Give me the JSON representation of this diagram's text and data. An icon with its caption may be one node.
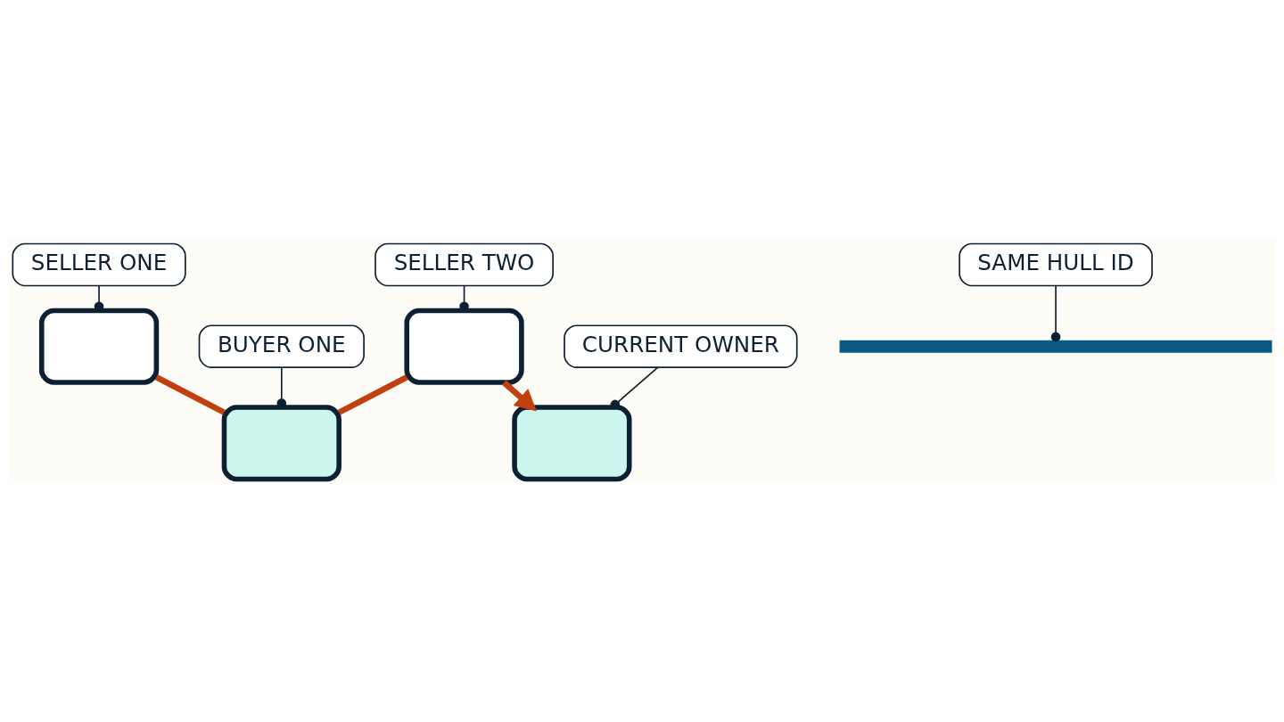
{
  "diagram": {
    "nodes": [
      {
        "text": [
          "SELLER ONE"
        ]
      },
      {
        "text": [
          "SELLER TWO"
        ]
      },
      {
        "text": [],
        "shape": "box"
      },
      {
        "text": [],
        "shape": "box"
      },
      {
        "text": [],
        "shape": "box"
      },
      {
        "text": [],
        "shape": "box"
      },
      {
        "text": [
          "BUYER ONE"
        ]
      },
      {
        "text": [
          "CURRENT OWNER"
        ]
      },
      {
        "text": [],
        "shape": "bar"
      },
      {
        "text": [
          "SAME HULL ID"
        ]
      }
    ],
    "edges": [
      {
        "from": 0,
        "to": 2,
        "arrow": "other"
      },
      {
        "from": 1,
        "to": 4,
        "arrow": "other"
      },
      {
        "from": 2,
        "to": 3,
        "arrow": "none",
        "style": "thick",
        "color": "#c0410f"
      },
      {
        "from": 3,
        "to": 4,
        "arrow": "none",
        "style": "thick",
        "color": "#c0410f"
      },
      {
        "from": 4,
        "to": 5,
        "arrow": "to",
        "style": "thick",
        "color": "#c0410f"
      },
      {
        "from": 6,
        "to": 3,
        "arrow": "other"
      },
      {
        "from": 7,
        "to": 5,
        "arrow": "other"
      },
      {
        "from": 9,
        "to": 8,
        "arrow": "other"
      }
    ]
  }
}
